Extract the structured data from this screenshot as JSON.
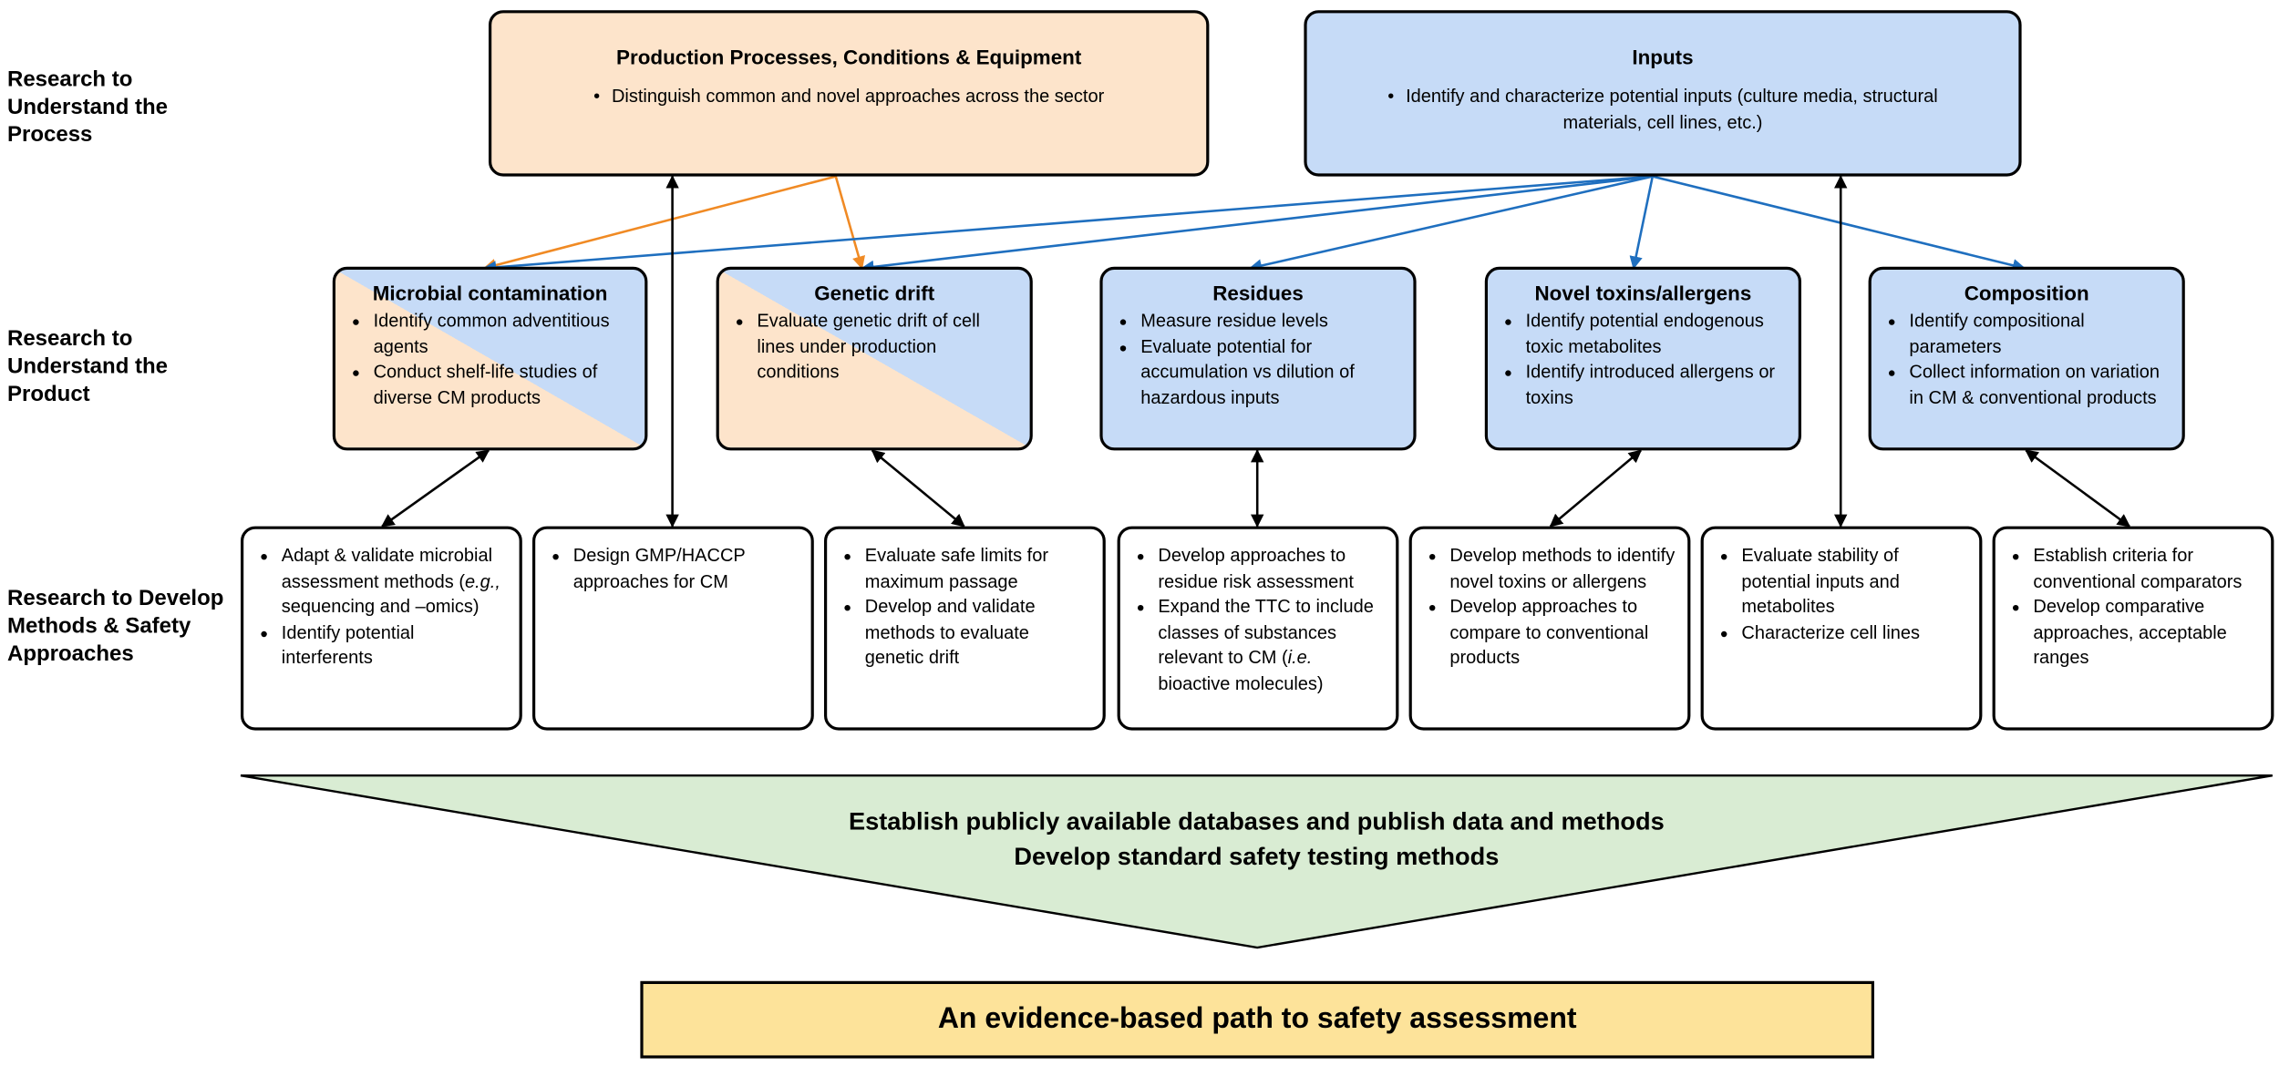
{
  "row_labels": {
    "process": "Research to Understand the Process",
    "product": "Research to Understand the Product",
    "methods": "Research to Develop Methods & Safety Approaches"
  },
  "top_boxes": {
    "production": {
      "title": "Production Processes, Conditions & Equipment",
      "bullets": [
        "Distinguish common and novel approaches across the sector"
      ]
    },
    "inputs": {
      "title": "Inputs",
      "bullets": [
        "Identify and characterize potential inputs (culture media, structural materials, cell lines, etc.)"
      ]
    }
  },
  "product_boxes": {
    "microbial": {
      "title": "Microbial contamination",
      "bullets": [
        "Identify common adventitious agents",
        "Conduct shelf-life studies of diverse CM products"
      ]
    },
    "genetic": {
      "title": "Genetic drift",
      "bullets": [
        "Evaluate genetic drift of cell lines under production conditions"
      ]
    },
    "residues": {
      "title": "Residues",
      "bullets": [
        "Measure residue levels",
        "Evaluate potential for accumulation vs dilution of hazardous inputs"
      ]
    },
    "toxins": {
      "title": "Novel toxins/allergens",
      "bullets": [
        "Identify potential endogenous toxic metabolites",
        "Identify introduced allergens or toxins"
      ]
    },
    "composition": {
      "title": "Composition",
      "bullets": [
        "Identify compositional parameters",
        "Collect information on variation in CM & conventional products"
      ]
    }
  },
  "method_boxes": {
    "m1": {
      "b1_pre": "Adapt & validate microbial assessment methods (",
      "b1_em": "e.g.,",
      "b1_post": " sequencing and –omics)",
      "b2": "Identify potential interferents"
    },
    "m2": {
      "b1": "Design GMP/HACCP approaches for CM"
    },
    "m3": {
      "b1": "Evaluate safe limits for maximum passage",
      "b2": "Develop and validate methods to evaluate genetic drift"
    },
    "m4": {
      "b1": "Develop approaches to residue risk assessment",
      "b2_pre": "Expand the TTC to include classes of substances relevant to CM (",
      "b2_em": "i.e.",
      "b2_post": " bioactive molecules)"
    },
    "m5": {
      "b1": "Develop methods to identify novel toxins or allergens",
      "b2": "Develop approaches  to compare to conventional products"
    },
    "m6": {
      "b1": "Evaluate stability of potential inputs and metabolites",
      "b2": "Characterize cell lines"
    },
    "m7": {
      "b1": "Establish criteria for conventional comparators",
      "b2": "Develop comparative approaches, acceptable ranges"
    }
  },
  "banner": {
    "line1": "Establish publicly available databases and publish data and methods",
    "line2": "Develop standard safety testing methods"
  },
  "final": "An evidence-based path to safety assessment",
  "colors": {
    "peach": "#fde4cb",
    "blue": "#c6dbf7",
    "banner_fill": "#d9ecd3",
    "final_fill": "#fde39a",
    "orange_arrow": "#f08a24",
    "blue_arrow": "#1f6fbf"
  }
}
